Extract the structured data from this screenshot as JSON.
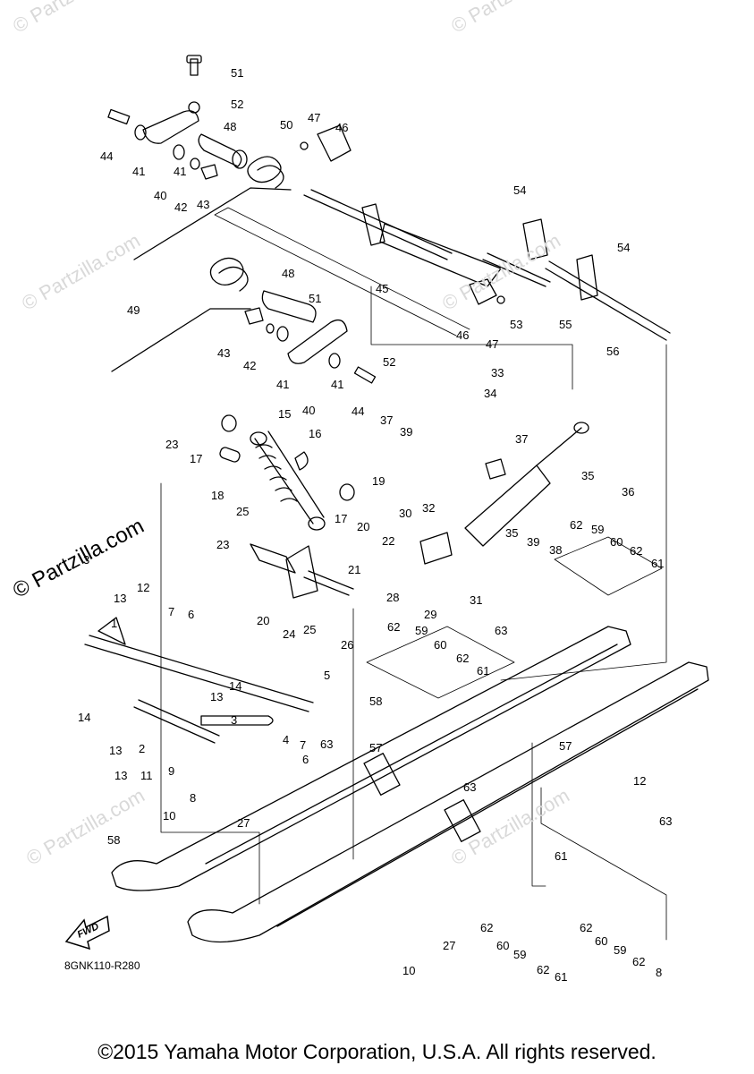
{
  "diagram": {
    "reference_code": "8GNK110-R280",
    "fwd_label": "FWD",
    "copyright": "©2015 Yamaha Motor Corporation, U.S.A. All rights reserved.",
    "watermark_text": "© Partzilla.com",
    "part_labels": [
      "51",
      "52",
      "44",
      "48",
      "50",
      "47",
      "46",
      "41",
      "41",
      "40",
      "42",
      "43",
      "54",
      "54",
      "49",
      "48",
      "51",
      "45",
      "46",
      "47",
      "53",
      "55",
      "56",
      "43",
      "42",
      "41",
      "40",
      "41",
      "52",
      "44",
      "33",
      "34",
      "15",
      "16",
      "23",
      "17",
      "18",
      "37",
      "39",
      "19",
      "17",
      "20",
      "37",
      "35",
      "36",
      "25",
      "23",
      "30",
      "32",
      "22",
      "21",
      "20",
      "24",
      "25",
      "26",
      "28",
      "31",
      "35",
      "39",
      "38",
      "62",
      "59",
      "60",
      "62",
      "61",
      "3",
      "29",
      "13",
      "12",
      "7",
      "6",
      "1",
      "62",
      "59",
      "60",
      "62",
      "61",
      "63",
      "5",
      "14",
      "13",
      "14",
      "13",
      "2",
      "3",
      "4",
      "6",
      "7",
      "63",
      "58",
      "57",
      "57",
      "63",
      "12",
      "13",
      "11",
      "9",
      "8",
      "27",
      "10",
      "58",
      "63",
      "61",
      "62",
      "60",
      "59",
      "62",
      "61",
      "62",
      "60",
      "59",
      "62",
      "8",
      "27",
      "10"
    ]
  }
}
